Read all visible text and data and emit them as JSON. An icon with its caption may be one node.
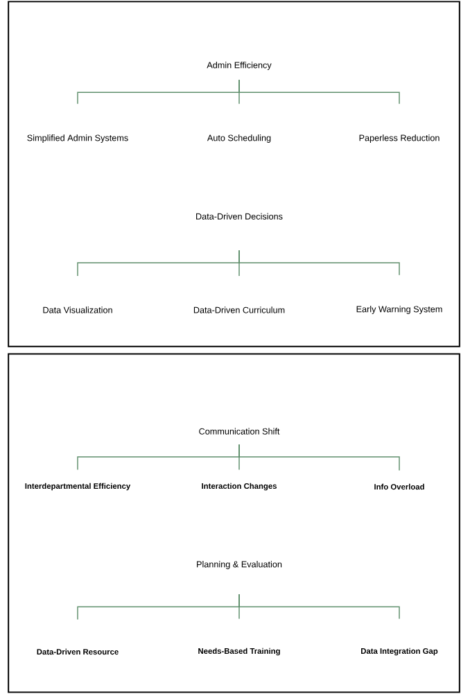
{
  "diagram": {
    "nodes": [
      {
        "text": [],
        "shape": "box"
      },
      {
        "text": [
          "Admin Efficiency"
        ],
        "in": 0
      },
      {
        "text": [
          "Simplified Admin Systems"
        ],
        "in": 0
      },
      {
        "text": [
          "Auto Scheduling"
        ],
        "in": 0
      },
      {
        "text": [
          "Paperless Reduction"
        ],
        "in": 0
      },
      {
        "text": [
          "Data-Driven Decisions"
        ],
        "in": 0
      },
      {
        "text": [
          "Data Visualization"
        ],
        "in": 0
      },
      {
        "text": [
          "Data-Driven Curriculum"
        ],
        "in": 0
      },
      {
        "text": [
          "Early Warning System"
        ],
        "in": 0
      },
      {
        "text": [],
        "shape": "box"
      },
      {
        "text": [
          "Communication Shift"
        ],
        "in": 9
      },
      {
        "text": [
          "Interdepartmental Efficiency"
        ],
        "in": 9
      },
      {
        "text": [
          "Interaction Changes"
        ],
        "in": 9
      },
      {
        "text": [
          "Info Overload"
        ],
        "in": 9
      },
      {
        "text": [
          "Planning & Evaluation"
        ],
        "in": 9
      },
      {
        "text": [
          "Data-Driven Resource"
        ],
        "in": 9
      },
      {
        "text": [
          "Needs-Based Training"
        ],
        "in": 9
      },
      {
        "text": [
          "Data Integration Gap"
        ],
        "in": 9
      }
    ],
    "edges": [
      {
        "from": 1,
        "to": 2,
        "arrow": "none"
      },
      {
        "from": 1,
        "to": 3,
        "arrow": "none"
      },
      {
        "from": 1,
        "to": 4,
        "arrow": "none"
      },
      {
        "from": 5,
        "to": 6,
        "arrow": "none"
      },
      {
        "from": 5,
        "to": 7,
        "arrow": "none"
      },
      {
        "from": 5,
        "to": 8,
        "arrow": "none"
      },
      {
        "from": 10,
        "to": 11,
        "arrow": "none"
      },
      {
        "from": 10,
        "to": 12,
        "arrow": "none"
      },
      {
        "from": 10,
        "to": 13,
        "arrow": "none"
      },
      {
        "from": 14,
        "to": 15,
        "arrow": "none"
      },
      {
        "from": 14,
        "to": 16,
        "arrow": "none"
      },
      {
        "from": 14,
        "to": 17,
        "arrow": "none"
      }
    ]
  }
}
